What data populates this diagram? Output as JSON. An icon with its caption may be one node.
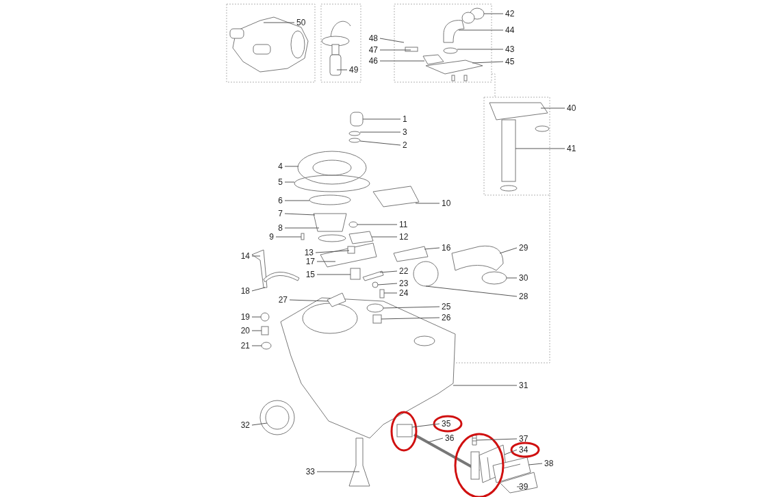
{
  "diagram": {
    "nodes": [
      {
        "text": [
          "50"
        ]
      },
      {
        "text": [
          "49"
        ]
      },
      {
        "text": [
          "48"
        ]
      },
      {
        "text": [
          "47"
        ]
      },
      {
        "text": [
          "46"
        ]
      },
      {
        "text": [
          "42"
        ]
      },
      {
        "text": [
          "44"
        ]
      },
      {
        "text": [
          "43"
        ]
      },
      {
        "text": [
          "45"
        ]
      },
      {
        "text": [
          "40"
        ]
      },
      {
        "text": [
          "41"
        ]
      },
      {
        "text": [
          "1"
        ]
      },
      {
        "text": [
          "3"
        ]
      },
      {
        "text": [
          "2"
        ]
      },
      {
        "text": [
          "4"
        ]
      },
      {
        "text": [
          "5"
        ]
      },
      {
        "text": [
          "10"
        ]
      },
      {
        "text": [
          "6"
        ]
      },
      {
        "text": [
          "7"
        ]
      },
      {
        "text": [
          "11"
        ]
      },
      {
        "text": [
          "8"
        ]
      },
      {
        "text": [
          "9"
        ]
      },
      {
        "text": [
          "12"
        ]
      },
      {
        "text": [
          "16"
        ]
      },
      {
        "text": [
          "29"
        ]
      },
      {
        "text": [
          "13"
        ]
      },
      {
        "text": [
          "14"
        ]
      },
      {
        "text": [
          "17"
        ]
      },
      {
        "text": [
          "22"
        ]
      },
      {
        "text": [
          "15"
        ]
      },
      {
        "text": [
          "30"
        ]
      },
      {
        "text": [
          "23"
        ]
      },
      {
        "text": [
          "18"
        ]
      },
      {
        "text": [
          "24"
        ]
      },
      {
        "text": [
          "28"
        ]
      },
      {
        "text": [
          "27"
        ]
      },
      {
        "text": [
          "25"
        ]
      },
      {
        "text": [
          "19"
        ]
      },
      {
        "text": [
          "26"
        ]
      },
      {
        "text": [
          "20"
        ]
      },
      {
        "text": [
          "21"
        ]
      },
      {
        "text": [
          "31"
        ]
      },
      {
        "text": [
          "32"
        ]
      },
      {
        "text": [
          "35"
        ]
      },
      {
        "text": [
          "36"
        ]
      },
      {
        "text": [
          "37"
        ]
      },
      {
        "text": [
          "34"
        ]
      },
      {
        "text": [
          "38"
        ]
      },
      {
        "text": [
          "33"
        ]
      },
      {
        "text": [
          "39"
        ]
      },
      {
        "text": [],
        "shape": "box"
      },
      {
        "text": [],
        "shape": "picture"
      },
      {
        "text": [],
        "shape": "picture"
      },
      {
        "text": [],
        "shape": "picture"
      }
    ],
    "edges": [
      {
        "from": 0,
        "to": null,
        "arrow": "none"
      },
      {
        "from": 1,
        "to": null,
        "arrow": "none"
      },
      {
        "from": 2,
        "to": null,
        "arrow": "none"
      },
      {
        "from": 3,
        "to": null,
        "arrow": "none"
      },
      {
        "from": 4,
        "to": null,
        "arrow": "none"
      },
      {
        "from": 5,
        "to": null,
        "arrow": "none"
      },
      {
        "from": 6,
        "to": null,
        "arrow": "none"
      },
      {
        "from": 7,
        "to": null,
        "arrow": "none"
      },
      {
        "from": 8,
        "to": null,
        "arrow": "none"
      },
      {
        "from": 9,
        "to": null,
        "arrow": "none"
      },
      {
        "from": 10,
        "to": null,
        "arrow": "none"
      },
      {
        "from": 11,
        "to": null,
        "arrow": "none"
      },
      {
        "from": 12,
        "to": null,
        "arrow": "none"
      },
      {
        "from": 13,
        "to": null,
        "arrow": "none"
      },
      {
        "from": 14,
        "to": null,
        "arrow": "none"
      },
      {
        "from": 15,
        "to": null,
        "arrow": "none"
      },
      {
        "from": 16,
        "to": null,
        "arrow": "none"
      },
      {
        "from": 17,
        "to": null,
        "arrow": "none"
      },
      {
        "from": 18,
        "to": null,
        "arrow": "none"
      },
      {
        "from": 19,
        "to": null,
        "arrow": "none"
      },
      {
        "from": 20,
        "to": null,
        "arrow": "none"
      },
      {
        "from": 21,
        "to": 50,
        "arrow": "none"
      },
      {
        "from": 22,
        "to": null,
        "arrow": "none"
      },
      {
        "from": 23,
        "to": null,
        "arrow": "none"
      },
      {
        "from": 24,
        "to": null,
        "arrow": "none"
      },
      {
        "from": 25,
        "to": null,
        "arrow": "none"
      },
      {
        "from": 26,
        "to": null,
        "arrow": "none"
      },
      {
        "from": 27,
        "to": null,
        "arrow": "none"
      },
      {
        "from": 28,
        "to": null,
        "arrow": "none"
      },
      {
        "from": 29,
        "to": null,
        "arrow": "none"
      },
      {
        "from": 30,
        "to": null,
        "arrow": "none"
      },
      {
        "from": 31,
        "to": null,
        "arrow": "none"
      },
      {
        "from": 32,
        "to": null,
        "arrow": "none"
      },
      {
        "from": 33,
        "to": null,
        "arrow": "none"
      },
      {
        "from": 34,
        "to": null,
        "arrow": "none"
      },
      {
        "from": 35,
        "to": null,
        "arrow": "none"
      },
      {
        "from": 36,
        "to": null,
        "arrow": "none"
      },
      {
        "from": 37,
        "to": null,
        "arrow": "none"
      },
      {
        "from": 38,
        "to": null,
        "arrow": "none"
      },
      {
        "from": 39,
        "to": null,
        "arrow": "none"
      },
      {
        "from": 40,
        "to": null,
        "arrow": "none"
      },
      {
        "from": 41,
        "to": null,
        "arrow": "none"
      },
      {
        "from": 42,
        "to": null,
        "arrow": "none"
      },
      {
        "from": 43,
        "to": null,
        "arrow": "none"
      },
      {
        "from": 44,
        "to": null,
        "arrow": "none"
      },
      {
        "from": 45,
        "to": 51,
        "arrow": "none"
      },
      {
        "from": 46,
        "to": 52,
        "arrow": "none"
      },
      {
        "from": 47,
        "to": 53,
        "arrow": "none"
      },
      {
        "from": 48,
        "to": null,
        "arrow": "none"
      },
      {
        "from": 49,
        "to": null,
        "arrow": "none"
      }
    ]
  }
}
